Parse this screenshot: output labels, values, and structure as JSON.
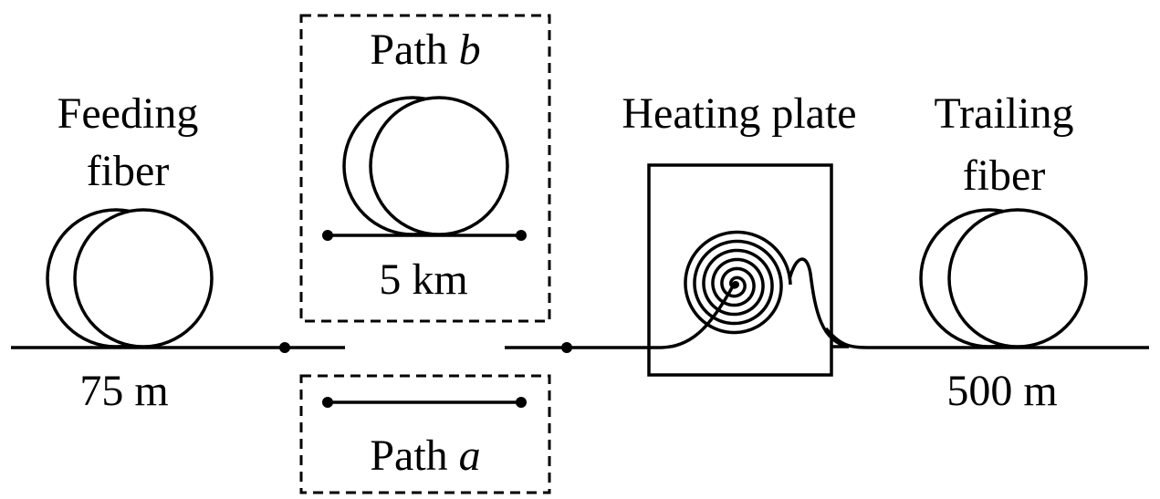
{
  "feeding_fiber": {
    "label_line1": "Feeding",
    "label_line2": "fiber",
    "length": "75 m"
  },
  "path_b": {
    "label_prefix": "Path ",
    "label_var": "b",
    "length": "5 km"
  },
  "path_a": {
    "label_prefix": "Path ",
    "label_var": "a"
  },
  "heating_plate": {
    "label": "Heating plate"
  },
  "trailing_fiber": {
    "label_line1": "Trailing",
    "label_line2": "fiber",
    "length": "500 m"
  },
  "colors": {
    "ink": "#000000",
    "background": "#ffffff"
  }
}
